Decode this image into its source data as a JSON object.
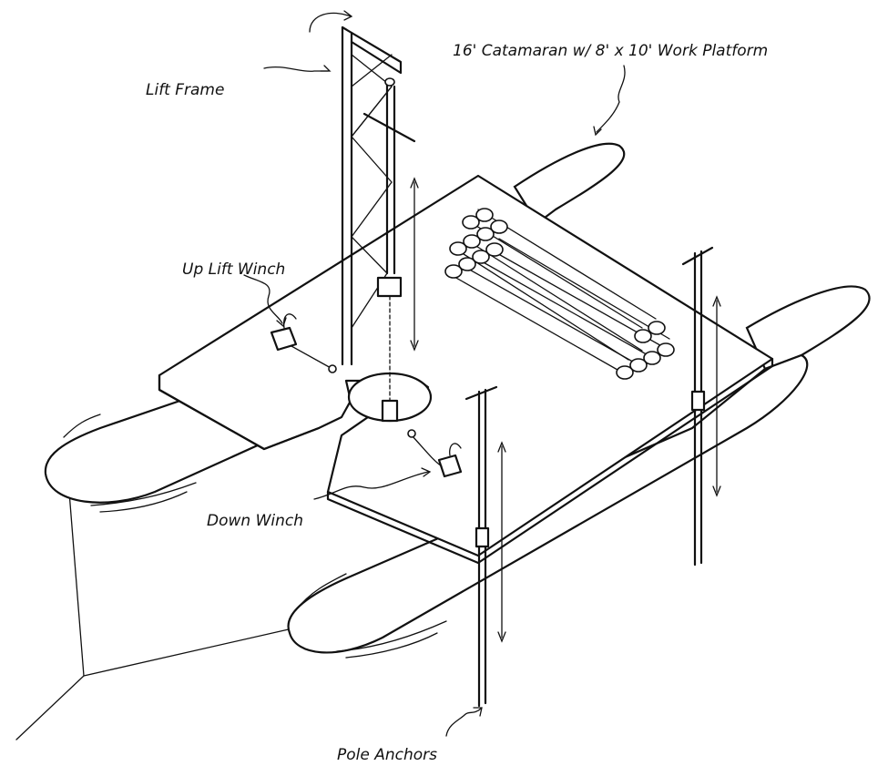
{
  "diagram": {
    "labels": {
      "title": "16' Catamaran w/ 8' x 10' Work Platform",
      "lift_frame": "Lift Frame",
      "up_lift_winch": "Up Lift Winch",
      "down_winch": "Down Winch",
      "pole_anchors": "Pole Anchors"
    }
  }
}
